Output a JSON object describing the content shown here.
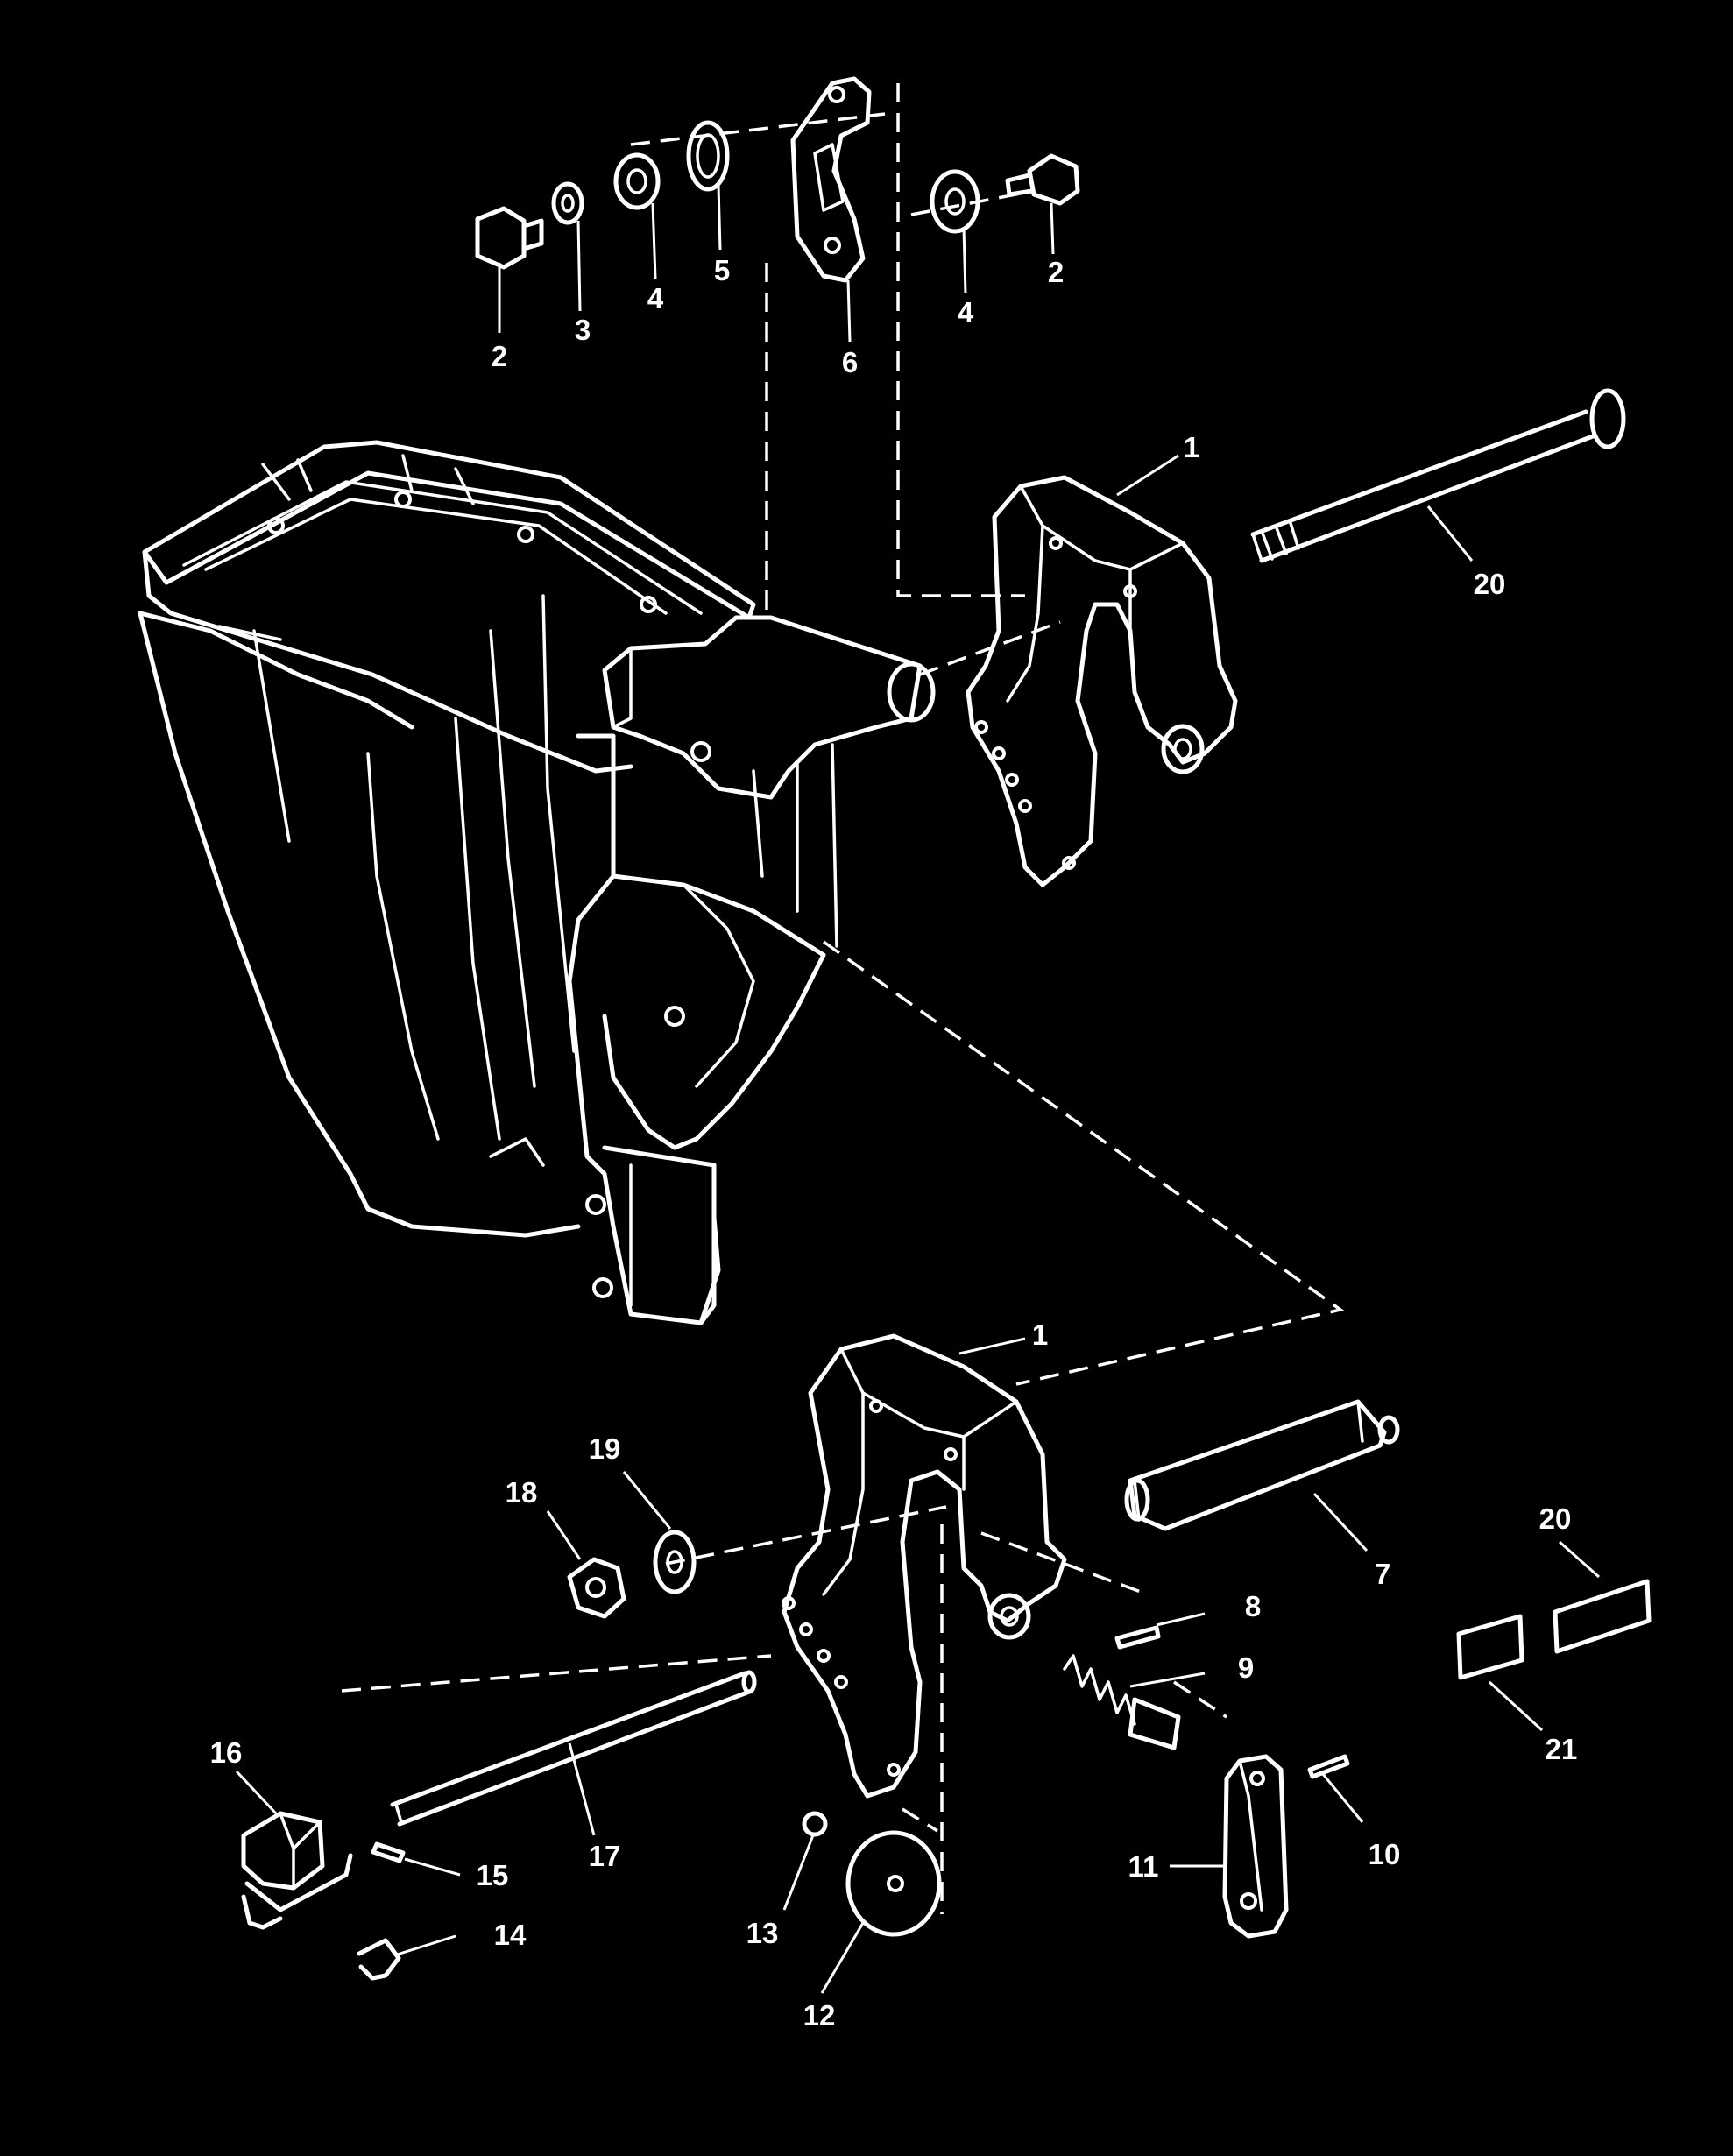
{
  "colors": {
    "background": "#000000",
    "lines": "#ffffff"
  },
  "callouts": [
    {
      "id": "c-2a",
      "label": "2"
    },
    {
      "id": "c-3",
      "label": "3"
    },
    {
      "id": "c-4a",
      "label": "4"
    },
    {
      "id": "c-5",
      "label": "5"
    },
    {
      "id": "c-6",
      "label": "6"
    },
    {
      "id": "c-4b",
      "label": "4"
    },
    {
      "id": "c-2b",
      "label": "2"
    },
    {
      "id": "c-1a",
      "label": "1"
    },
    {
      "id": "c-20a",
      "label": "20"
    },
    {
      "id": "c-1b",
      "label": "1"
    },
    {
      "id": "c-19",
      "label": "19"
    },
    {
      "id": "c-18",
      "label": "18"
    },
    {
      "id": "c-7",
      "label": "7"
    },
    {
      "id": "c-8",
      "label": "8"
    },
    {
      "id": "c-9",
      "label": "9"
    },
    {
      "id": "c-20b",
      "label": "20"
    },
    {
      "id": "c-21",
      "label": "21"
    },
    {
      "id": "c-16",
      "label": "16"
    },
    {
      "id": "c-17",
      "label": "17"
    },
    {
      "id": "c-15",
      "label": "15"
    },
    {
      "id": "c-14",
      "label": "14"
    },
    {
      "id": "c-13",
      "label": "13"
    },
    {
      "id": "c-12",
      "label": "12"
    },
    {
      "id": "c-11",
      "label": "11"
    },
    {
      "id": "c-10",
      "label": "10"
    }
  ]
}
